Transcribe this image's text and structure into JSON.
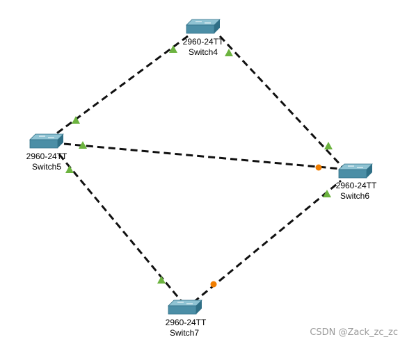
{
  "devices": [
    {
      "id": "switch4",
      "model": "2960-24TT",
      "name": "Switch4"
    },
    {
      "id": "switch5",
      "model": "2960-24TT",
      "name": "Switch5"
    },
    {
      "id": "switch6",
      "model": "2960-24TT",
      "name": "Switch6"
    },
    {
      "id": "switch7",
      "model": "2960-24TT",
      "name": "Switch7"
    }
  ],
  "links": [
    {
      "id": "link-4-5",
      "from": "switch4",
      "to": "switch5",
      "from_port": "forwarding",
      "to_port": "forwarding"
    },
    {
      "id": "link-4-6",
      "from": "switch4",
      "to": "switch6",
      "from_port": "forwarding",
      "to_port": "forwarding"
    },
    {
      "id": "link-5-6",
      "from": "switch5",
      "to": "switch6",
      "from_port": "forwarding",
      "to_port": "blocking"
    },
    {
      "id": "link-5-7",
      "from": "switch5",
      "to": "switch7",
      "from_port": "forwarding",
      "to_port": "forwarding"
    },
    {
      "id": "link-7-6",
      "from": "switch7",
      "to": "switch6",
      "from_port": "blocking",
      "to_port": "forwarding"
    }
  ],
  "colors": {
    "forwarding": "#6cb33f",
    "blocking": "#f07d00",
    "link": "#111111",
    "switch_top": "#8fc3d3",
    "switch_front": "#4b8ea6",
    "switch_side": "#2f6f86"
  },
  "watermark": "CSDN @Zack_zc_zc"
}
